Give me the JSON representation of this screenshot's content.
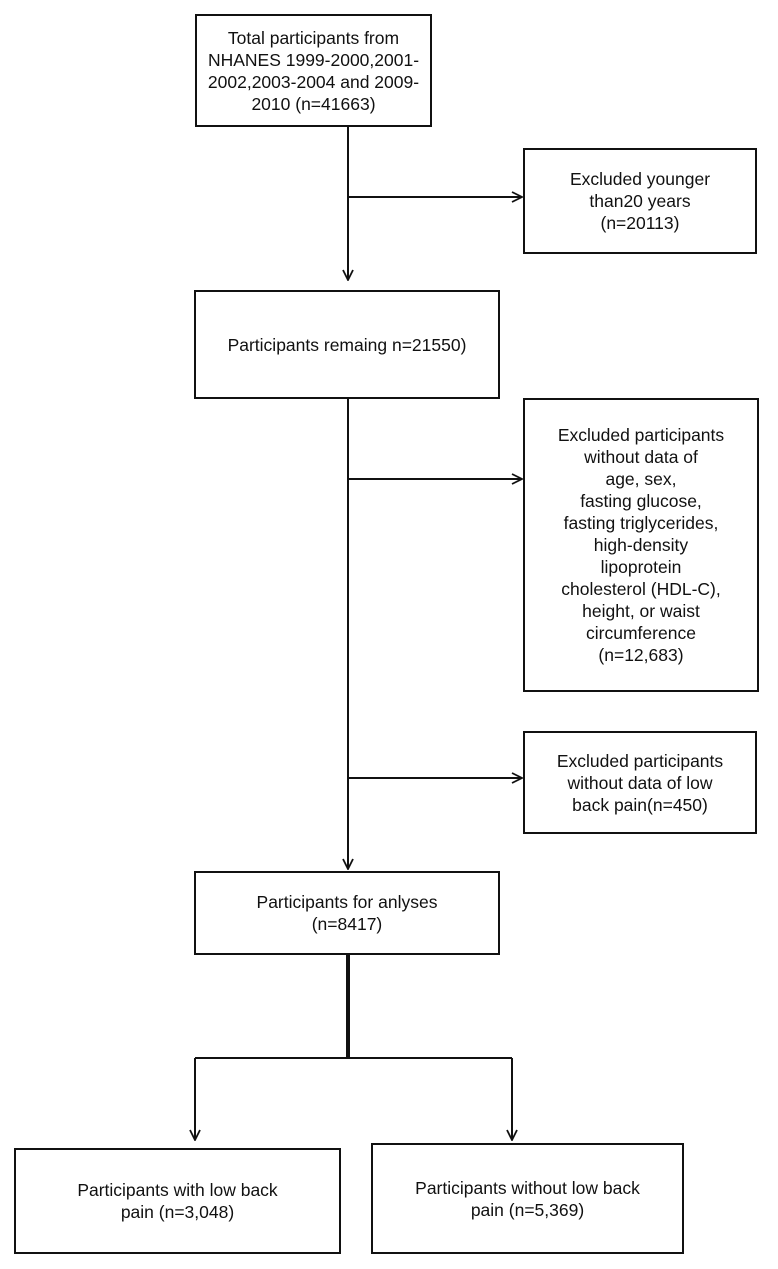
{
  "boxes": {
    "total": [
      "Total participants from",
      "NHANES 1999-2000,2001-",
      "2002,2003-2004 and 2009-",
      "2010   (n=41663)"
    ],
    "excluded_age": [
      "Excluded younger",
      "than20 years",
      "(n=20113)"
    ],
    "remaining": [
      "Participants remaing n=21550)"
    ],
    "excluded_data": [
      "Excluded participants",
      "without data of",
      "age, sex,",
      "fasting glucose,",
      "fasting triglycerides,",
      "high-density",
      "lipoprotein",
      "cholesterol (HDL-C),",
      "height, or waist",
      "circumference",
      "(n=12,683)"
    ],
    "excluded_pain": [
      "Excluded participants",
      "without data of low",
      "back pain(n=450)"
    ],
    "analyses": [
      "Participants for anlyses",
      "(n=8417)"
    ],
    "with_pain": [
      "Participants with low back",
      "pain (n=3,048)"
    ],
    "without_pain": [
      "Participants without low back",
      "pain (n=5,369)"
    ]
  },
  "colors": {
    "line": "#111111",
    "box_border": "#111111",
    "background": "#ffffff"
  }
}
